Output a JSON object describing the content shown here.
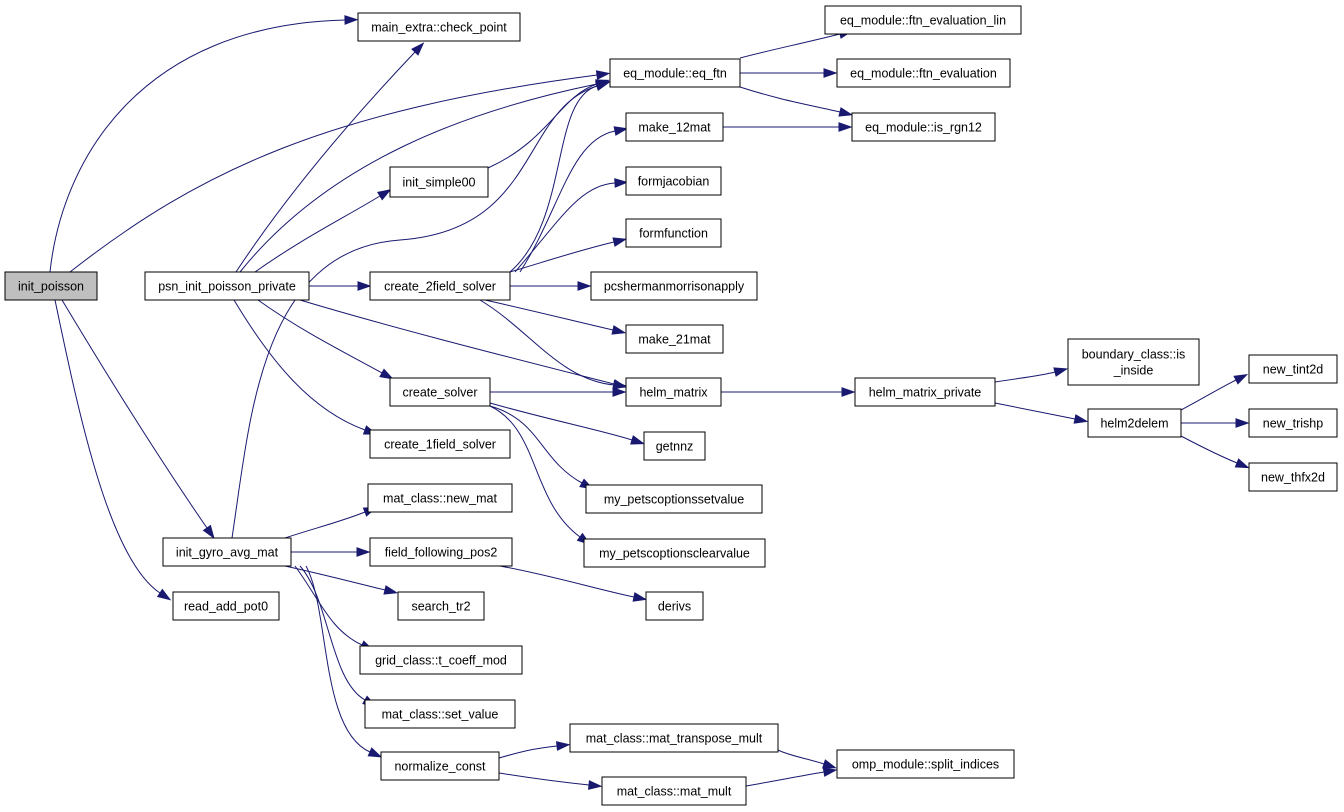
{
  "diagram": {
    "nodes": [
      {
        "id": "init_poisson",
        "label": "init_poisson",
        "root": true
      },
      {
        "id": "psn_init_poisson_private",
        "label": "psn_init_poisson_private"
      },
      {
        "id": "init_gyro_avg_mat",
        "label": "init_gyro_avg_mat"
      },
      {
        "id": "read_add_pot0",
        "label": "read_add_pot0"
      },
      {
        "id": "main_extra_check_point",
        "label": "main_extra::check_point"
      },
      {
        "id": "init_simple00",
        "label": "init_simple00"
      },
      {
        "id": "create_2field_solver",
        "label": "create_2field_solver"
      },
      {
        "id": "create_solver",
        "label": "create_solver"
      },
      {
        "id": "create_1field_solver",
        "label": "create_1field_solver"
      },
      {
        "id": "mat_class_new_mat",
        "label": "mat_class::new_mat"
      },
      {
        "id": "field_following_pos2",
        "label": "field_following_pos2"
      },
      {
        "id": "search_tr2",
        "label": "search_tr2"
      },
      {
        "id": "grid_class_t_coeff_mod",
        "label": "grid_class::t_coeff_mod"
      },
      {
        "id": "mat_class_set_value",
        "label": "mat_class::set_value"
      },
      {
        "id": "normalize_const",
        "label": "normalize_const"
      },
      {
        "id": "eq_module_eq_ftn",
        "label": "eq_module::eq_ftn"
      },
      {
        "id": "make_12mat",
        "label": "make_12mat"
      },
      {
        "id": "formjacobian",
        "label": "formjacobian"
      },
      {
        "id": "formfunction",
        "label": "formfunction"
      },
      {
        "id": "pcshermanmorrisonapply",
        "label": "pcshermanmorrisonapply"
      },
      {
        "id": "make_21mat",
        "label": "make_21mat"
      },
      {
        "id": "helm_matrix",
        "label": "helm_matrix"
      },
      {
        "id": "getnnz",
        "label": "getnnz"
      },
      {
        "id": "my_petscoptionssetvalue",
        "label": "my_petscoptionssetvalue"
      },
      {
        "id": "my_petscoptionsclearvalue",
        "label": "my_petscoptionsclearvalue"
      },
      {
        "id": "derivs",
        "label": "derivs"
      },
      {
        "id": "mat_class_mat_transpose_mult",
        "label": "mat_class::mat_transpose_mult"
      },
      {
        "id": "mat_class_mat_mult",
        "label": "mat_class::mat_mult"
      },
      {
        "id": "eq_module_ftn_evaluation_lin",
        "label": "eq_module::ftn_evaluation_lin"
      },
      {
        "id": "eq_module_ftn_evaluation",
        "label": "eq_module::ftn_evaluation"
      },
      {
        "id": "eq_module_is_rgn12",
        "label": "eq_module::is_rgn12"
      },
      {
        "id": "helm_matrix_private",
        "label": "helm_matrix_private"
      },
      {
        "id": "omp_module_split_indices",
        "label": "omp_module::split_indices"
      },
      {
        "id": "boundary_class_is_inside",
        "label": "boundary_class::is\n_inside"
      },
      {
        "id": "helm2delem",
        "label": "helm2delem"
      },
      {
        "id": "new_tint2d",
        "label": "new_tint2d"
      },
      {
        "id": "new_trishp",
        "label": "new_trishp"
      },
      {
        "id": "new_thfx2d",
        "label": "new_thfx2d"
      }
    ],
    "edges": [
      {
        "from": "init_poisson",
        "to": "main_extra_check_point"
      },
      {
        "from": "init_poisson",
        "to": "eq_module_eq_ftn"
      },
      {
        "from": "init_poisson",
        "to": "psn_init_poisson_private"
      },
      {
        "from": "init_poisson",
        "to": "init_gyro_avg_mat"
      },
      {
        "from": "init_poisson",
        "to": "read_add_pot0"
      },
      {
        "from": "psn_init_poisson_private",
        "to": "main_extra_check_point"
      },
      {
        "from": "psn_init_poisson_private",
        "to": "eq_module_eq_ftn"
      },
      {
        "from": "psn_init_poisson_private",
        "to": "init_simple00"
      },
      {
        "from": "psn_init_poisson_private",
        "to": "create_2field_solver"
      },
      {
        "from": "psn_init_poisson_private",
        "to": "helm_matrix"
      },
      {
        "from": "psn_init_poisson_private",
        "to": "create_solver"
      },
      {
        "from": "psn_init_poisson_private",
        "to": "create_1field_solver"
      },
      {
        "from": "init_simple00",
        "to": "eq_module_eq_ftn"
      },
      {
        "from": "create_2field_solver",
        "to": "eq_module_eq_ftn"
      },
      {
        "from": "create_2field_solver",
        "to": "make_12mat"
      },
      {
        "from": "create_2field_solver",
        "to": "formjacobian"
      },
      {
        "from": "create_2field_solver",
        "to": "formfunction"
      },
      {
        "from": "create_2field_solver",
        "to": "pcshermanmorrisonapply"
      },
      {
        "from": "create_2field_solver",
        "to": "make_21mat"
      },
      {
        "from": "create_2field_solver",
        "to": "helm_matrix"
      },
      {
        "from": "create_solver",
        "to": "helm_matrix"
      },
      {
        "from": "create_solver",
        "to": "getnnz"
      },
      {
        "from": "create_solver",
        "to": "my_petscoptionssetvalue"
      },
      {
        "from": "create_solver",
        "to": "my_petscoptionsclearvalue"
      },
      {
        "from": "init_gyro_avg_mat",
        "to": "eq_module_eq_ftn"
      },
      {
        "from": "init_gyro_avg_mat",
        "to": "mat_class_new_mat"
      },
      {
        "from": "init_gyro_avg_mat",
        "to": "field_following_pos2"
      },
      {
        "from": "init_gyro_avg_mat",
        "to": "search_tr2"
      },
      {
        "from": "init_gyro_avg_mat",
        "to": "grid_class_t_coeff_mod"
      },
      {
        "from": "init_gyro_avg_mat",
        "to": "mat_class_set_value"
      },
      {
        "from": "init_gyro_avg_mat",
        "to": "normalize_const"
      },
      {
        "from": "field_following_pos2",
        "to": "derivs"
      },
      {
        "from": "normalize_const",
        "to": "mat_class_mat_transpose_mult"
      },
      {
        "from": "normalize_const",
        "to": "mat_class_mat_mult"
      },
      {
        "from": "mat_class_mat_transpose_mult",
        "to": "omp_module_split_indices"
      },
      {
        "from": "mat_class_mat_mult",
        "to": "omp_module_split_indices"
      },
      {
        "from": "eq_module_eq_ftn",
        "to": "eq_module_ftn_evaluation_lin"
      },
      {
        "from": "eq_module_eq_ftn",
        "to": "eq_module_ftn_evaluation"
      },
      {
        "from": "eq_module_eq_ftn",
        "to": "eq_module_is_rgn12"
      },
      {
        "from": "make_12mat",
        "to": "eq_module_is_rgn12"
      },
      {
        "from": "helm_matrix",
        "to": "helm_matrix_private"
      },
      {
        "from": "helm_matrix_private",
        "to": "boundary_class_is_inside"
      },
      {
        "from": "helm_matrix_private",
        "to": "helm2delem"
      },
      {
        "from": "helm2delem",
        "to": "new_tint2d"
      },
      {
        "from": "helm2delem",
        "to": "new_trishp"
      },
      {
        "from": "helm2delem",
        "to": "new_thfx2d"
      }
    ],
    "colors": {
      "edge": "#191970",
      "root_fill": "#bfbfbf",
      "node_fill": "#ffffff",
      "node_stroke": "#000000"
    }
  }
}
